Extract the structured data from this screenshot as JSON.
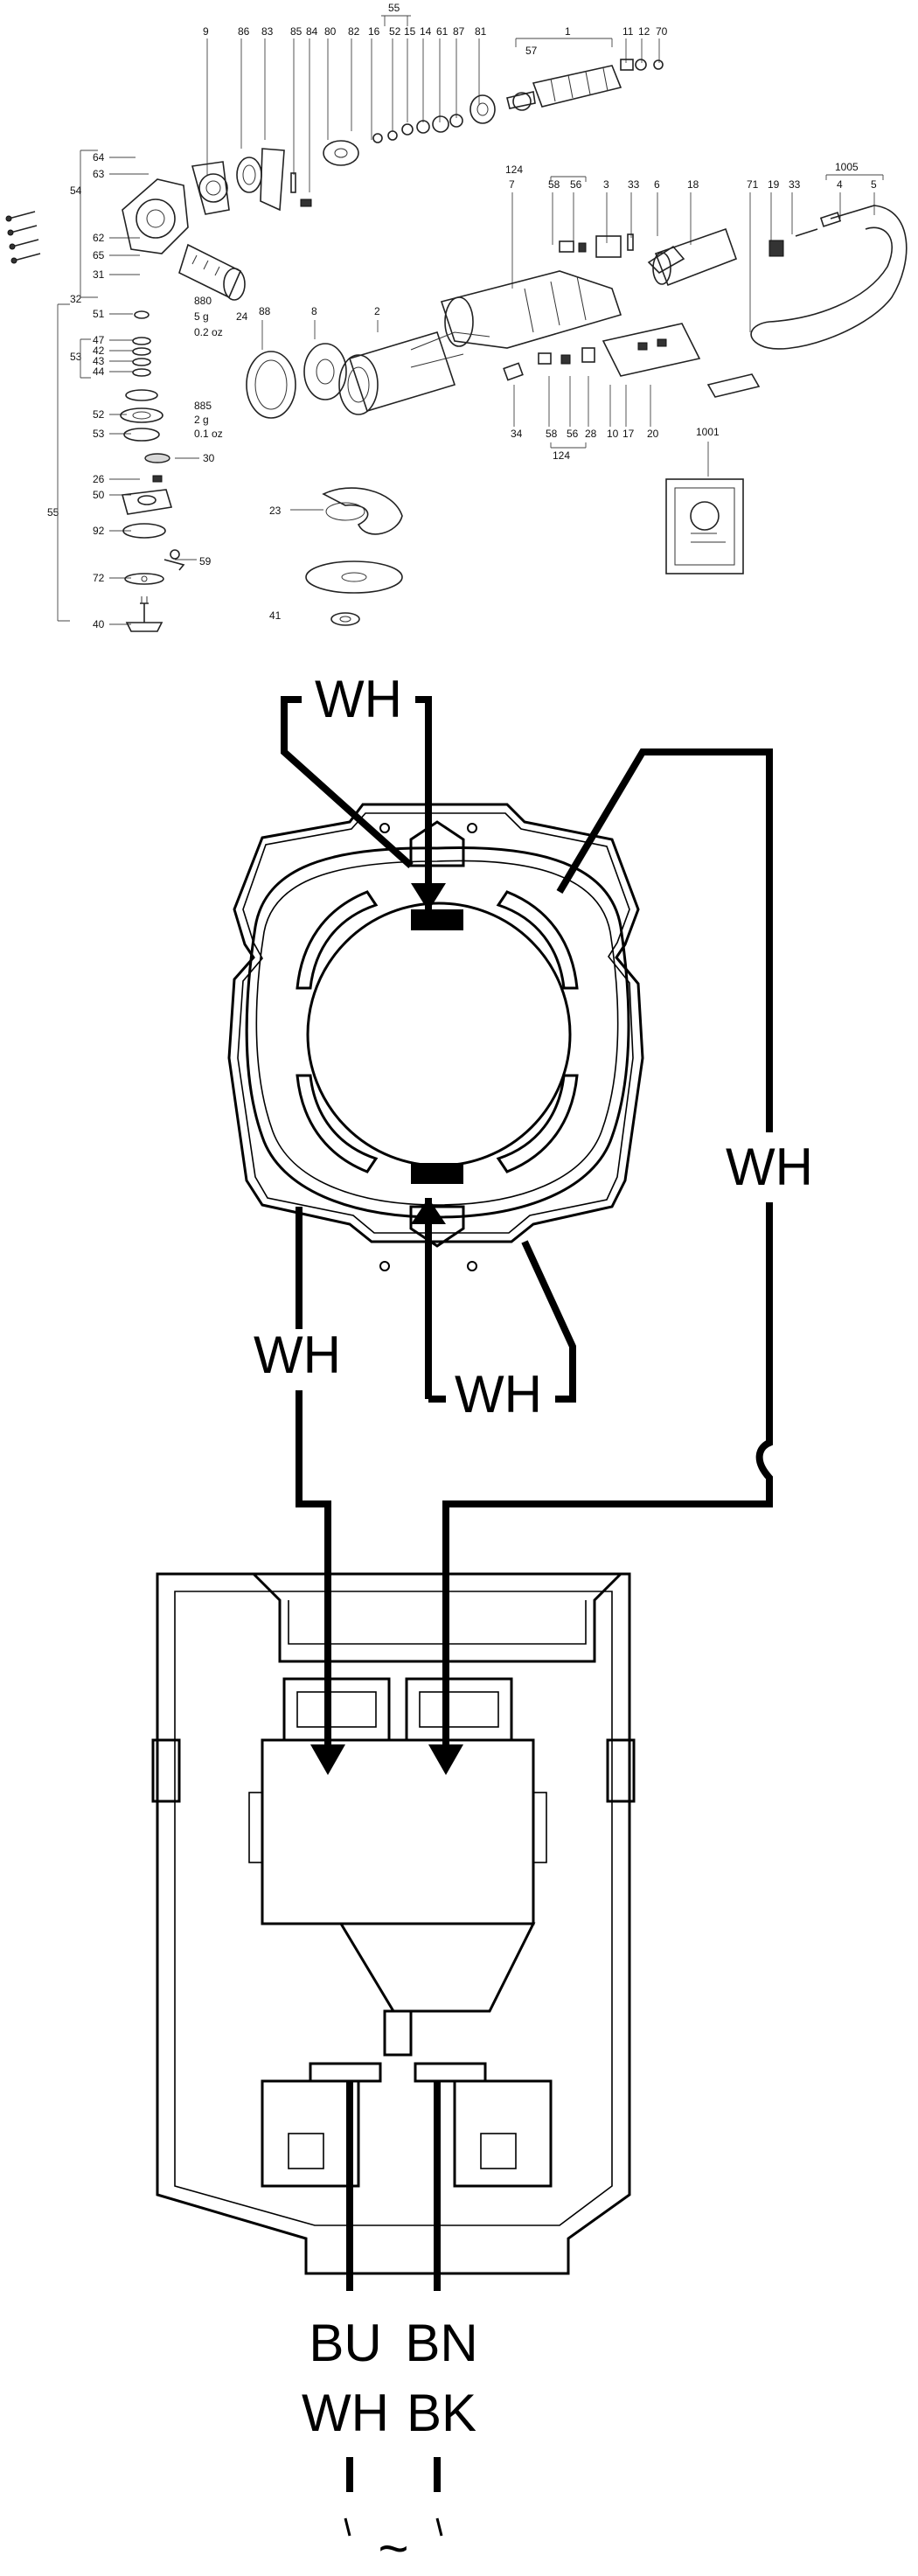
{
  "exploded_view": {
    "labels": [
      "55",
      "1",
      "9",
      "86",
      "83",
      "85",
      "84",
      "80",
      "16",
      "82",
      "52",
      "15",
      "14",
      "61",
      "87",
      "81",
      "11",
      "12",
      "70",
      "57",
      "64",
      "63",
      "54",
      "62",
      "65",
      "31",
      "880",
      "5 g",
      "0.2 oz",
      "24",
      "32",
      "124",
      "58",
      "56",
      "3",
      "33",
      "6",
      "7",
      "18",
      "71",
      "19",
      "33",
      "1005",
      "4",
      "5",
      "51",
      "47",
      "42",
      "43",
      "44",
      "53",
      "885",
      "2 g",
      "0.1 oz",
      "52",
      "53",
      "30",
      "26",
      "50",
      "92",
      "59",
      "72",
      "40",
      "55",
      "88",
      "8",
      "2",
      "23",
      "41",
      "34",
      "58",
      "56",
      "28",
      "10",
      "17",
      "20",
      "124",
      "1001"
    ]
  },
  "wiring": {
    "wire_labels": {
      "top": "WH",
      "right": "WH",
      "left": "WH",
      "bottom": "WH"
    },
    "terminal_labels": {
      "left_top": "BU",
      "right_top": "BN",
      "left_bottom": "WH",
      "right_bottom": "BK"
    },
    "symbol": "~"
  }
}
